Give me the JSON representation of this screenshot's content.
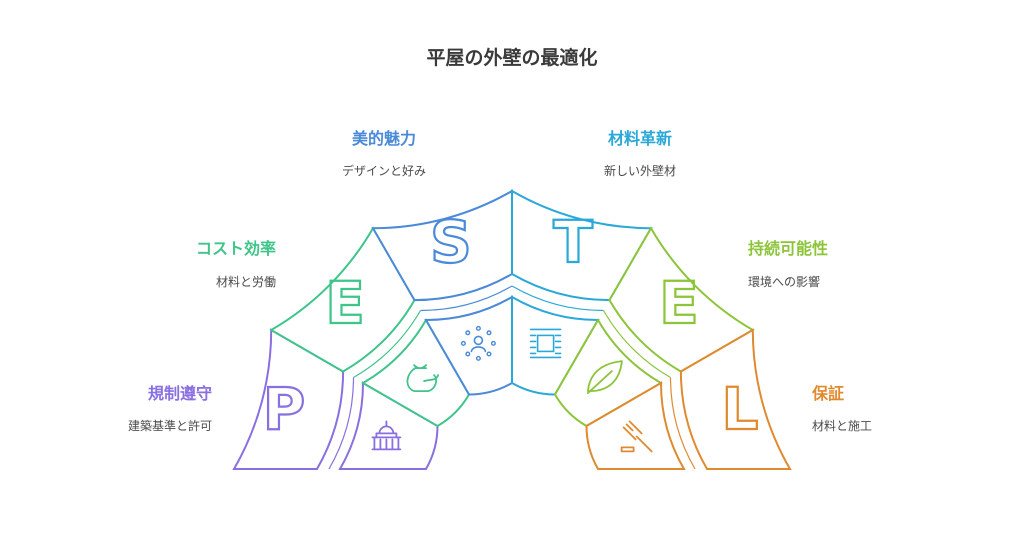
{
  "title": "平屋の外壁の最適化",
  "segments": [
    {
      "letter": "P",
      "heading": "規制遵守",
      "sub": "建築基準と許可",
      "color": "#8a6fe0",
      "icon": "government-building-icon"
    },
    {
      "letter": "E",
      "heading": "コスト効率",
      "sub": "材料と労働",
      "color": "#3fc48a",
      "icon": "money-bag-icon"
    },
    {
      "letter": "S",
      "heading": "美的魅力",
      "sub": "デザインと好み",
      "color": "#4a8ad8",
      "icon": "user-spark-icon"
    },
    {
      "letter": "T",
      "heading": "材料革新",
      "sub": "新しい外壁材",
      "color": "#2aa8d8",
      "icon": "wall-panel-icon"
    },
    {
      "letter": "E",
      "heading": "持続可能性",
      "sub": "環境への影響",
      "color": "#8cc43a",
      "icon": "leaf-icon"
    },
    {
      "letter": "L",
      "heading": "保証",
      "sub": "材料と施工",
      "color": "#e08a30",
      "icon": "gavel-icon"
    }
  ]
}
